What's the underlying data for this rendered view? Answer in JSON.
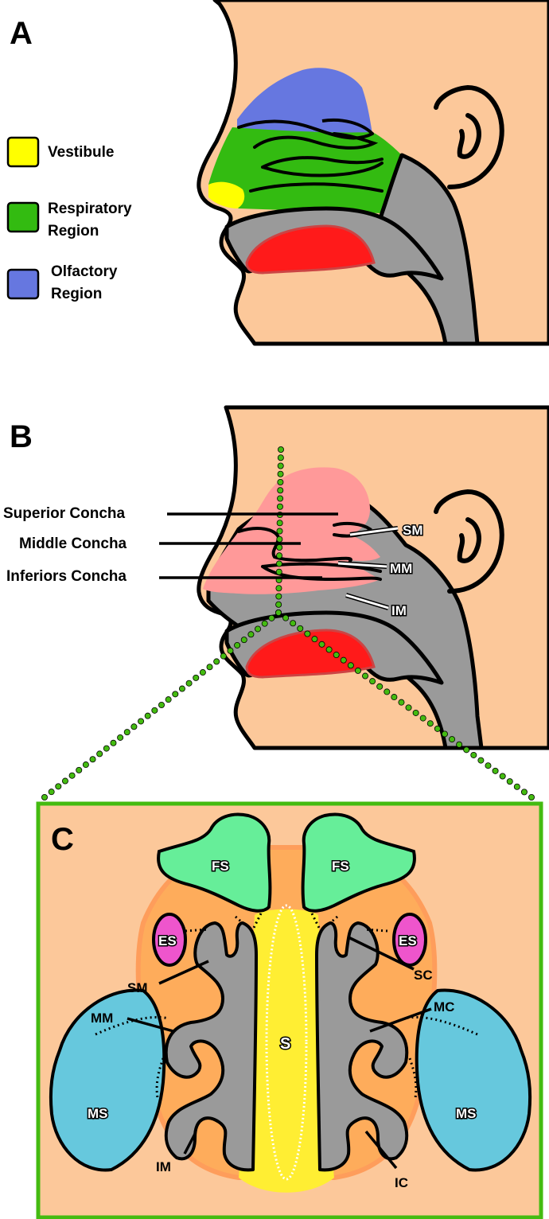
{
  "panel_a": {
    "letter": "A",
    "legend": [
      {
        "label_lines": [
          "Vestibule"
        ],
        "color": "#ffff00"
      },
      {
        "label_lines": [
          "Respiratory",
          "Region"
        ],
        "color": "#33bb11"
      },
      {
        "label_lines": [
          "Olfactory",
          "Region"
        ],
        "color": "#6677e0"
      }
    ]
  },
  "panel_b": {
    "letter": "B",
    "left_labels": [
      "Superior Concha",
      "Middle Concha",
      "Inferiors Concha"
    ],
    "right_labels": [
      "SM",
      "MM",
      "IM"
    ]
  },
  "panel_c": {
    "letter": "C",
    "labels": {
      "fs": "FS",
      "es": "ES",
      "sm": "SM",
      "mm": "MM",
      "ms": "MS",
      "im": "IM",
      "s": "S",
      "sc": "SC",
      "mc": "MC",
      "ic": "IC"
    }
  },
  "colors": {
    "skin": "#fcc89a",
    "gray": "#9a9a9a",
    "red": "#ff1a1a",
    "pink": "#ff9999",
    "green_frame": "#44bb11",
    "sinus_green": "#66ee99",
    "ethmoid_pink": "#ee55cc",
    "maxillary_blue": "#66c8dd",
    "septum_yellow": "#ffee33",
    "cavity_orange": "#ffaa55"
  }
}
